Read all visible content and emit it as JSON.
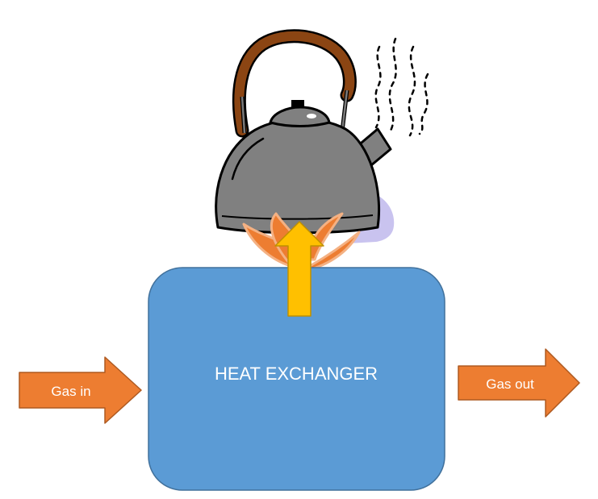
{
  "diagram": {
    "heat_exchanger_label": "HEAT EXCHANGER",
    "gas_in_label": "Gas in",
    "gas_out_label": "Gas out"
  },
  "colors": {
    "exchanger_fill": "#5b9bd5",
    "exchanger_stroke": "#41719c",
    "gas_arrow": "#ed7d31",
    "heat_arrow": "#ffc000",
    "flame": "#ed7d31",
    "kettle_body": "#808080",
    "kettle_handle": "#8b4513",
    "kettle_shadow": "#c9c3ef"
  }
}
